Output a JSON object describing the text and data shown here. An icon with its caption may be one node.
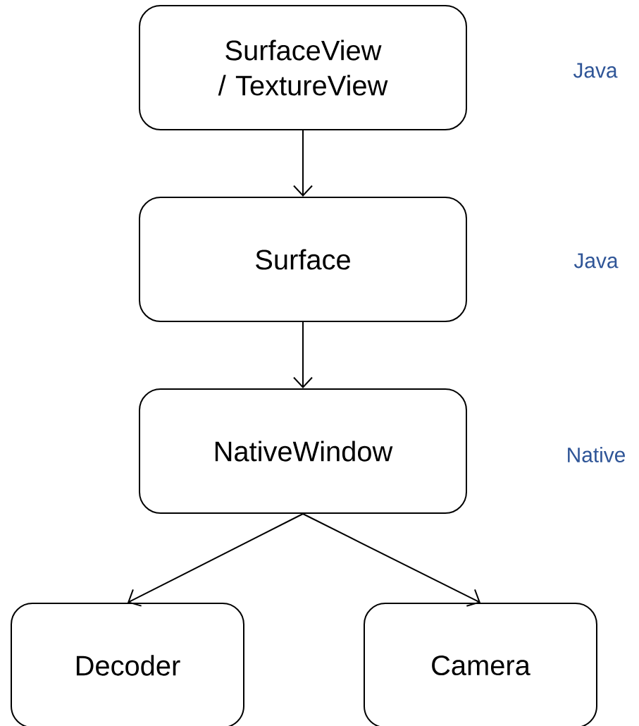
{
  "diagram": {
    "nodes": [
      {
        "text": [
          "SurfaceView / TextureView"
        ]
      },
      {
        "text": [
          "Surface"
        ]
      },
      {
        "text": [
          "NativeWindow"
        ]
      },
      {
        "text": [
          "Decoder"
        ]
      },
      {
        "text": [
          "Camera"
        ]
      }
    ],
    "edges": [
      {
        "from": 0,
        "to": 1,
        "arrow": "to"
      },
      {
        "from": 1,
        "to": 2,
        "arrow": "to"
      },
      {
        "from": 2,
        "to": 3,
        "arrow": "to"
      },
      {
        "from": 2,
        "to": 4,
        "arrow": "to"
      }
    ],
    "labels": [
      "Java",
      "Java",
      "Native"
    ]
  }
}
